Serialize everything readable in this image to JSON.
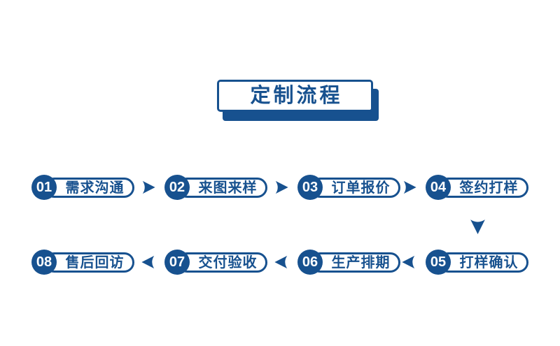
{
  "title": {
    "text": "定制流程"
  },
  "colors": {
    "primary": "#17518F",
    "background": "#FFFFFF",
    "circle_text": "#FFFFFF"
  },
  "icons": {
    "right_arrow": "arrow-right",
    "left_arrow": "arrow-left",
    "down_arrow": "arrow-down"
  },
  "flow": {
    "rows": [
      {
        "direction": "right",
        "steps": [
          {
            "num": "01",
            "label": "需求沟通"
          },
          {
            "num": "02",
            "label": "来图来样"
          },
          {
            "num": "03",
            "label": "订单报价"
          },
          {
            "num": "04",
            "label": "签约打样"
          }
        ]
      },
      {
        "direction": "left",
        "steps": [
          {
            "num": "08",
            "label": "售后回访"
          },
          {
            "num": "07",
            "label": "交付验收"
          },
          {
            "num": "06",
            "label": "生产排期"
          },
          {
            "num": "05",
            "label": "打样确认"
          }
        ]
      }
    ]
  }
}
